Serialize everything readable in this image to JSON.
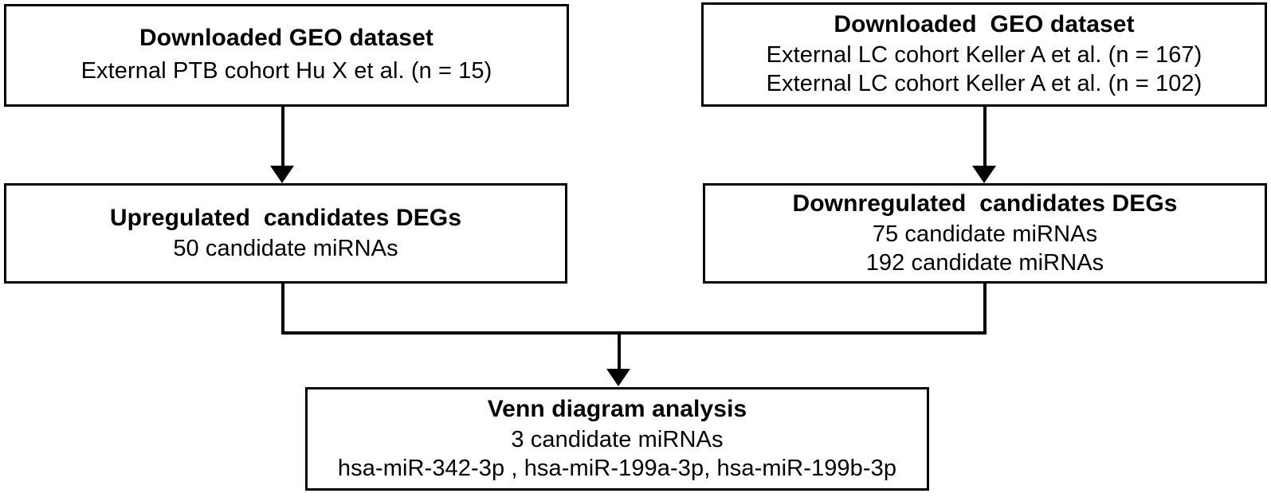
{
  "diagram": {
    "title": "miRNA candidate selection flowchart",
    "colors": {
      "stroke": "#000000",
      "background": "#ffffff",
      "text": "#000000"
    },
    "nodes": {
      "top_left": {
        "title": "Downloaded GEO dataset",
        "lines": [
          "External PTB cohort Hu X et al. (n = 15)"
        ]
      },
      "top_right": {
        "title": "Downloaded  GEO dataset",
        "lines": [
          "External LC cohort Keller A et al. (n = 167)",
          "External LC cohort Keller A et al. (n = 102)"
        ]
      },
      "mid_left": {
        "title": "Upregulated  candidates DEGs",
        "lines": [
          "50 candidate miRNAs"
        ]
      },
      "mid_right": {
        "title": "Downregulated  candidates DEGs",
        "lines": [
          "75 candidate miRNAs",
          "192 candidate miRNAs"
        ]
      },
      "bottom": {
        "title": "Venn diagram analysis",
        "lines": [
          "3 candidate miRNAs",
          "hsa-miR-342-3p , hsa-miR-199a-3p, hsa-miR-199b-3p"
        ]
      }
    },
    "connectors": [
      {
        "name": "top-left-to-mid-left",
        "from": "top_left",
        "to": "mid_left",
        "style": "arrow-down"
      },
      {
        "name": "top-right-to-mid-right",
        "from": "top_right",
        "to": "mid_right",
        "style": "arrow-down"
      },
      {
        "name": "mid-boxes-to-bottom",
        "from": "mid_left,mid_right",
        "to": "bottom",
        "style": "merge-arrow-down"
      }
    ]
  }
}
